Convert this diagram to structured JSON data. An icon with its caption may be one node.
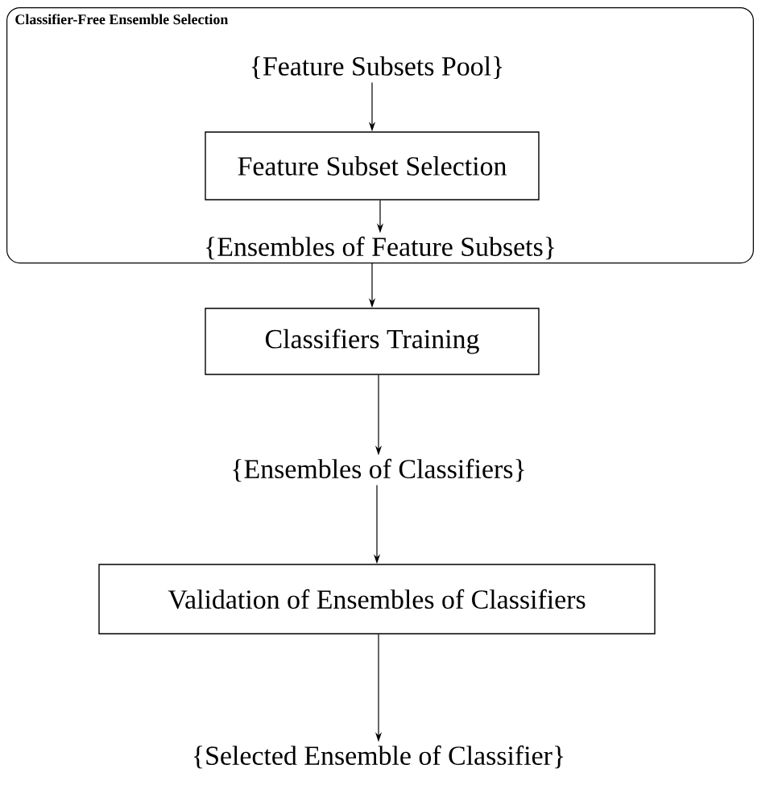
{
  "diagram": {
    "nodes": [
      {
        "text": [
          "Classifier-Free Ensemble Selection"
        ]
      },
      {
        "text": [
          "{Feature Subsets Pool}"
        ],
        "in": 0
      },
      {
        "text": [
          "Feature Subset Selection"
        ],
        "in": 0
      },
      {
        "text": [
          "{Ensembles of Feature Subsets}"
        ],
        "in": 0
      },
      {
        "text": [
          "Classifiers Training"
        ]
      },
      {
        "text": [
          "{Ensembles of Classifiers}"
        ]
      },
      {
        "text": [
          "Validation of Ensembles of Classifiers"
        ]
      },
      {
        "text": [
          "{Selected Ensemble of Classifier}"
        ]
      }
    ],
    "edges": [
      {
        "from": 1,
        "to": 2,
        "arrow": "to"
      },
      {
        "from": 2,
        "to": 3,
        "arrow": "to"
      },
      {
        "from": 3,
        "to": 4,
        "arrow": "to"
      },
      {
        "from": 4,
        "to": 5,
        "arrow": "to"
      },
      {
        "from": 5,
        "to": 6,
        "arrow": "to"
      },
      {
        "from": 6,
        "to": 7,
        "arrow": "to"
      }
    ]
  }
}
